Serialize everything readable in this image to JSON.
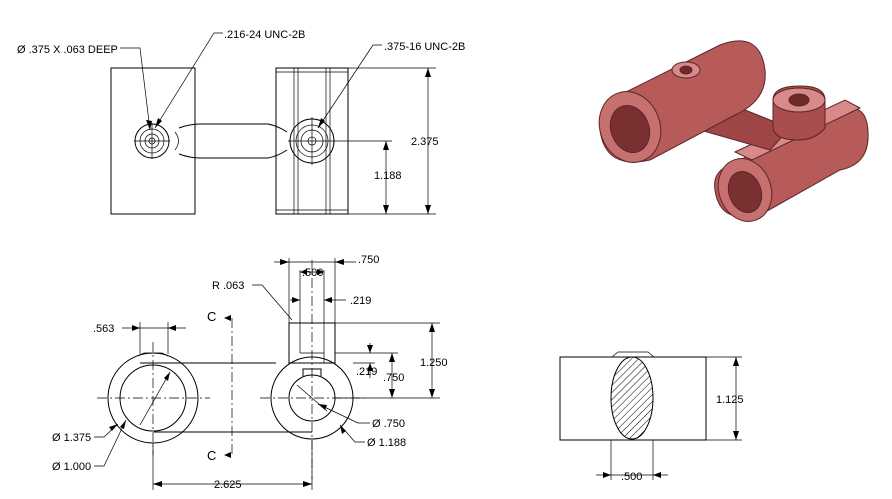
{
  "views": {
    "top": {
      "callout_cbore": "Ø .375 X .063 DEEP",
      "callout_thread_small": ".216-24 UNC-2B",
      "callout_thread_large": ".375-16 UNC-2B",
      "dim_overall_height": "2.375",
      "dim_center_height": "1.188"
    },
    "front": {
      "dim_slot_outer": ".750",
      "dim_slot_inner": ".500",
      "dim_radius": "R .063",
      "dim_slot_step": ".219",
      "dim_left_offset": ".563",
      "section_label_top": "C",
      "section_label_bottom": "C",
      "dim_boss_height": "1.250",
      "dim_slot_depth": ".750",
      "dim_key_step": ".219",
      "dim_bore_small": "Ø .750",
      "dim_bore_large": "Ø 1.188",
      "dim_od": "Ø 1.375",
      "dim_id": "Ø 1.000",
      "dim_center_distance": "2.625"
    },
    "section": {
      "dim_height": "1.125",
      "dim_width": ".500"
    }
  },
  "colors": {
    "line": "#000000",
    "model_fill": "#b65a5a",
    "model_dark": "#8e3e3e",
    "model_light": "#d88a8a"
  }
}
